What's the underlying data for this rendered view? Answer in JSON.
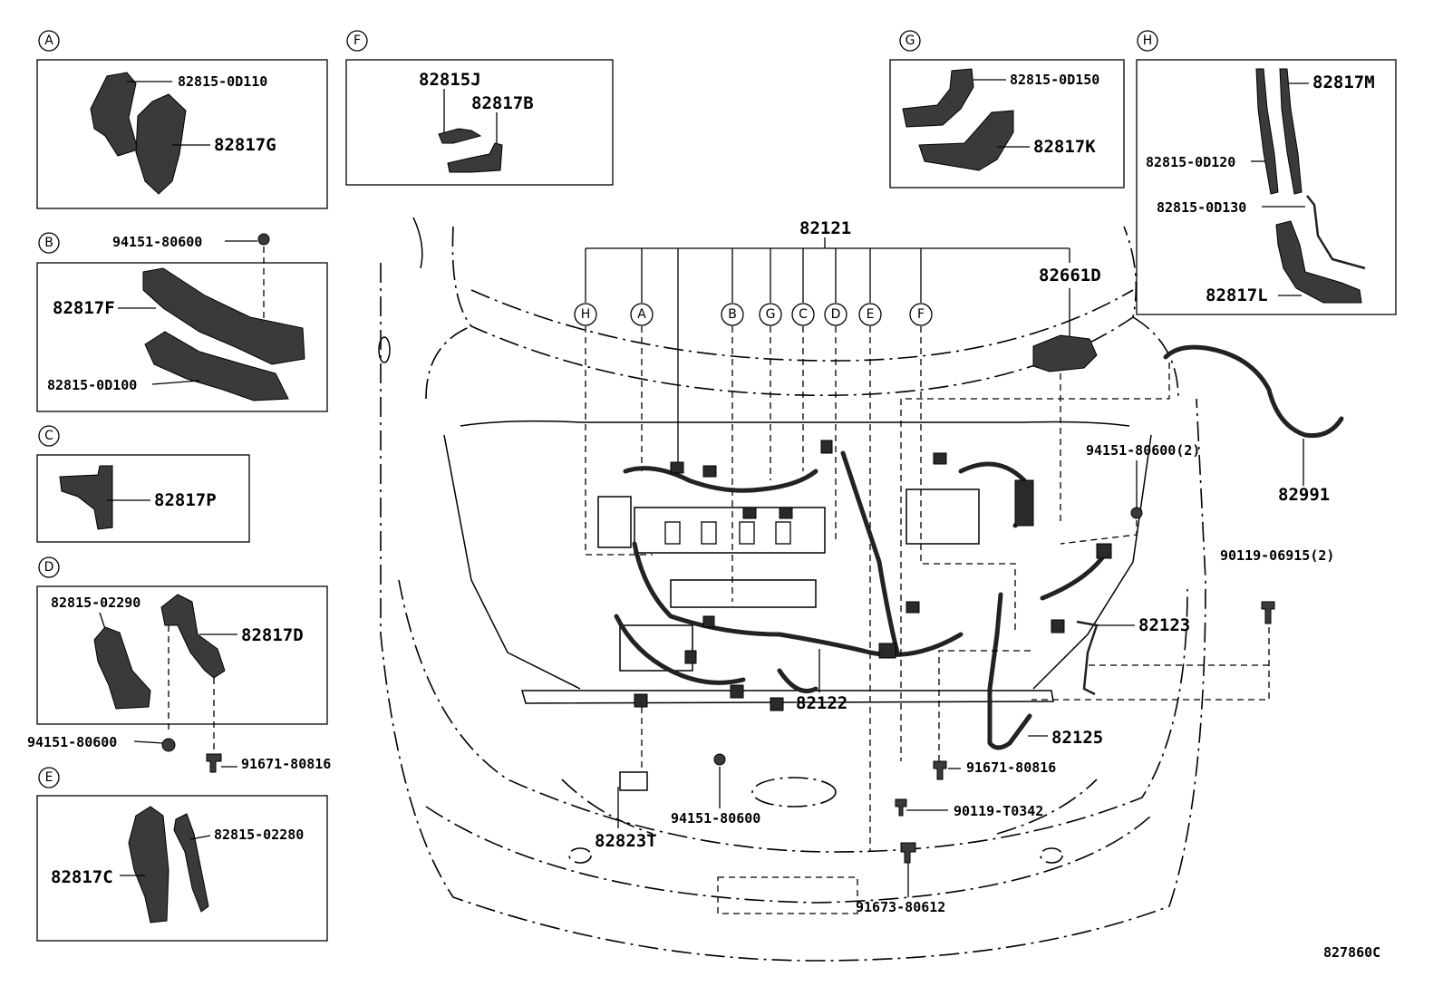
{
  "diagram_code": "827860C",
  "sections": [
    {
      "id": "A",
      "parts": [
        "82815-0D110",
        "82817G"
      ]
    },
    {
      "id": "B",
      "parts": [
        "94151-80600",
        "82817F",
        "82815-0D100"
      ]
    },
    {
      "id": "C",
      "parts": [
        "82817P"
      ]
    },
    {
      "id": "D",
      "parts": [
        "82815-02290",
        "82817D",
        "94151-80600",
        "91671-80816"
      ]
    },
    {
      "id": "E",
      "parts": [
        "82815-02280",
        "82817C"
      ]
    },
    {
      "id": "F",
      "parts": [
        "82815J",
        "82817B"
      ]
    },
    {
      "id": "G",
      "parts": [
        "82815-0D150",
        "82817K"
      ]
    },
    {
      "id": "H",
      "parts": [
        "82817M",
        "82815-0D120",
        "82815-0D130",
        "82817L"
      ]
    }
  ],
  "main": {
    "harness": "82121",
    "callouts": [
      "H",
      "A",
      "B",
      "G",
      "C",
      "D",
      "E",
      "F"
    ],
    "labels": {
      "p82661D": "82661D",
      "p82991": "82991",
      "p94151_2": "94151-80600(2)",
      "p90119_2": "90119-06915(2)",
      "p82123": "82123",
      "p82122": "82122",
      "p82125": "82125",
      "p91671": "91671-80816",
      "p90119t": "90119-T0342",
      "p94151": "94151-80600",
      "p82823T": "82823T",
      "p91673": "91673-80612"
    }
  }
}
